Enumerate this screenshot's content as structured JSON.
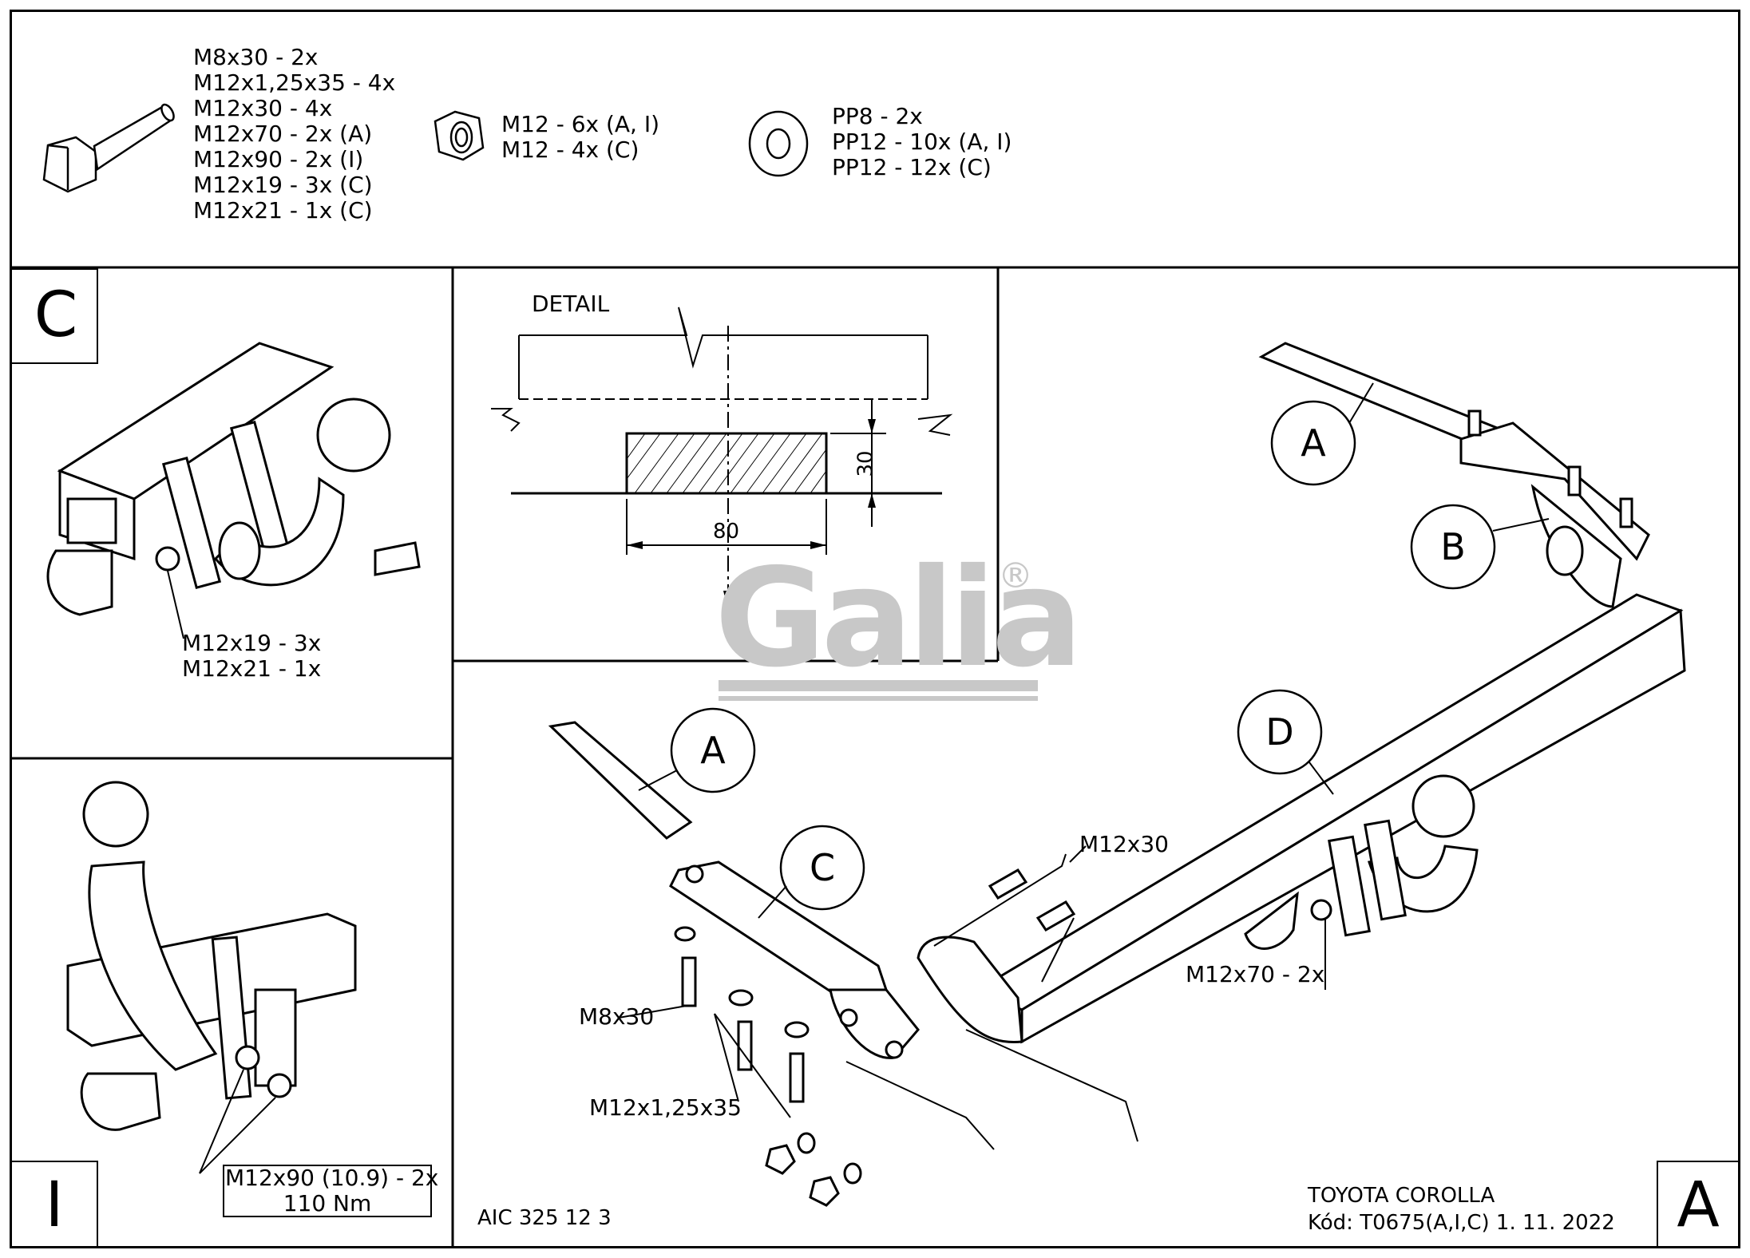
{
  "hardware": {
    "bolts": [
      "M8x30 - 2x",
      "M12x1,25x35 - 4x",
      "M12x30 - 4x",
      "M12x70 - 2x (A)",
      "M12x90 - 2x (I)",
      "M12x19 - 3x (C)",
      "M12x21 - 1x (C)"
    ],
    "nuts": [
      "M12 - 6x (A, I)",
      "M12 - 4x (C)"
    ],
    "washers": [
      "PP8 - 2x",
      "PP12 - 10x (A, I)",
      "PP12 - 12x (C)"
    ]
  },
  "panel_c": {
    "letter": "C",
    "labels": [
      "M12x19 - 3x",
      "M12x21 - 1x"
    ]
  },
  "panel_i": {
    "letter": "I",
    "torque_box": [
      "M12x90 (10.9) - 2x",
      "110 Nm"
    ]
  },
  "detail": {
    "title": "DETAIL",
    "dim_height": "30",
    "dim_width": "80"
  },
  "watermark": {
    "text": "Galia",
    "mark": "®"
  },
  "main": {
    "callouts": {
      "a1": "A",
      "b": "B",
      "d": "D",
      "a2": "A",
      "c": "C"
    },
    "labels": {
      "m12x30": "M12x30",
      "m12x70": "M12x70 - 2x",
      "m8x30": "M8x30",
      "m12x125": "M12x1,25x35"
    },
    "letter": "A"
  },
  "footer": {
    "code_left": "AIC 325 12 3",
    "model": "TOYOTA COROLLA",
    "kod": "Kód: T0675(A,I,C)  1. 11. 2022"
  }
}
